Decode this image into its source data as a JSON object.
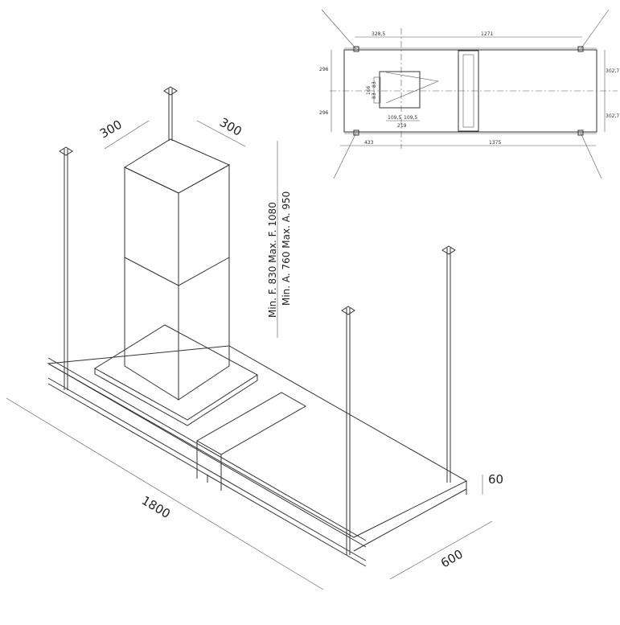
{
  "main_view": {
    "chimney_width": "300",
    "chimney_depth": "300",
    "height_f": "Min. F. 830  Max. F. 1080",
    "height_a": "Min. A. 760  Max. A. 950",
    "length": "1800",
    "width": "600",
    "thickness": "60"
  },
  "plan_view": {
    "top_left": "328,5",
    "top_right": "1271",
    "left_upper": "296",
    "left_lower": "296",
    "right_upper": "302,7",
    "right_lower": "302,7",
    "motor_height": "166",
    "motor_h1": "83",
    "motor_h2": "83",
    "motor_w1": "109,5",
    "motor_w2": "109,5",
    "motor_width": "219",
    "bottom_left": "433",
    "bottom_right": "1375"
  }
}
